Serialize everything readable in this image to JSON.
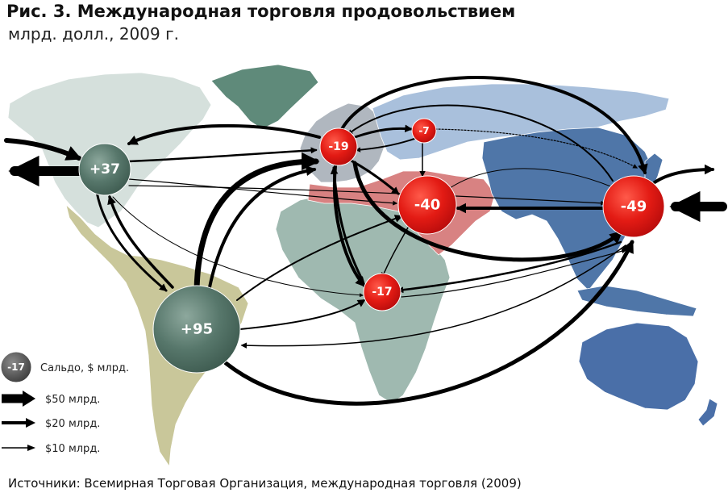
{
  "title": "Рис. 3. Международная торговля продовольствием",
  "subtitle": "млрд. долл., 2009 г.",
  "source": "Источники: Всемирная Торговая Организация, международная торговля (2009)",
  "colors": {
    "surplus_bubble": "#4f6f64",
    "deficit_bubble": "#e01818",
    "north_america": "#d5e0dc",
    "greenland": "#5f8a7a",
    "latin_america": "#c9c79a",
    "africa": "#9fb9b0",
    "europe": "#b0b7bf",
    "russia": "#a9c0dc",
    "middle_east": "#d88282",
    "asia": "#4f76a8",
    "oceania": "#4a6fa8",
    "arrow": "#000000"
  },
  "balances": [
    {
      "id": "north-america",
      "label": "+37",
      "value": 37,
      "type": "surplus"
    },
    {
      "id": "latin-america",
      "label": "+95",
      "value": 95,
      "type": "surplus"
    },
    {
      "id": "europe",
      "label": "-19",
      "value": -19,
      "type": "deficit"
    },
    {
      "id": "cis",
      "label": "-7",
      "value": -7,
      "type": "deficit"
    },
    {
      "id": "middle-east",
      "label": "-40",
      "value": -40,
      "type": "deficit"
    },
    {
      "id": "asia",
      "label": "-49",
      "value": -49,
      "type": "deficit"
    },
    {
      "id": "africa",
      "label": "-17",
      "value": -17,
      "type": "deficit"
    }
  ],
  "legend": {
    "bubble_sample": "-17",
    "bubble_label": "Сальдо, $ млрд.",
    "arrows": [
      {
        "label": "$50 млрд.",
        "value": 50
      },
      {
        "label": "$20 млрд.",
        "value": 20
      },
      {
        "label": "$10 млрд.",
        "value": 10
      }
    ]
  }
}
